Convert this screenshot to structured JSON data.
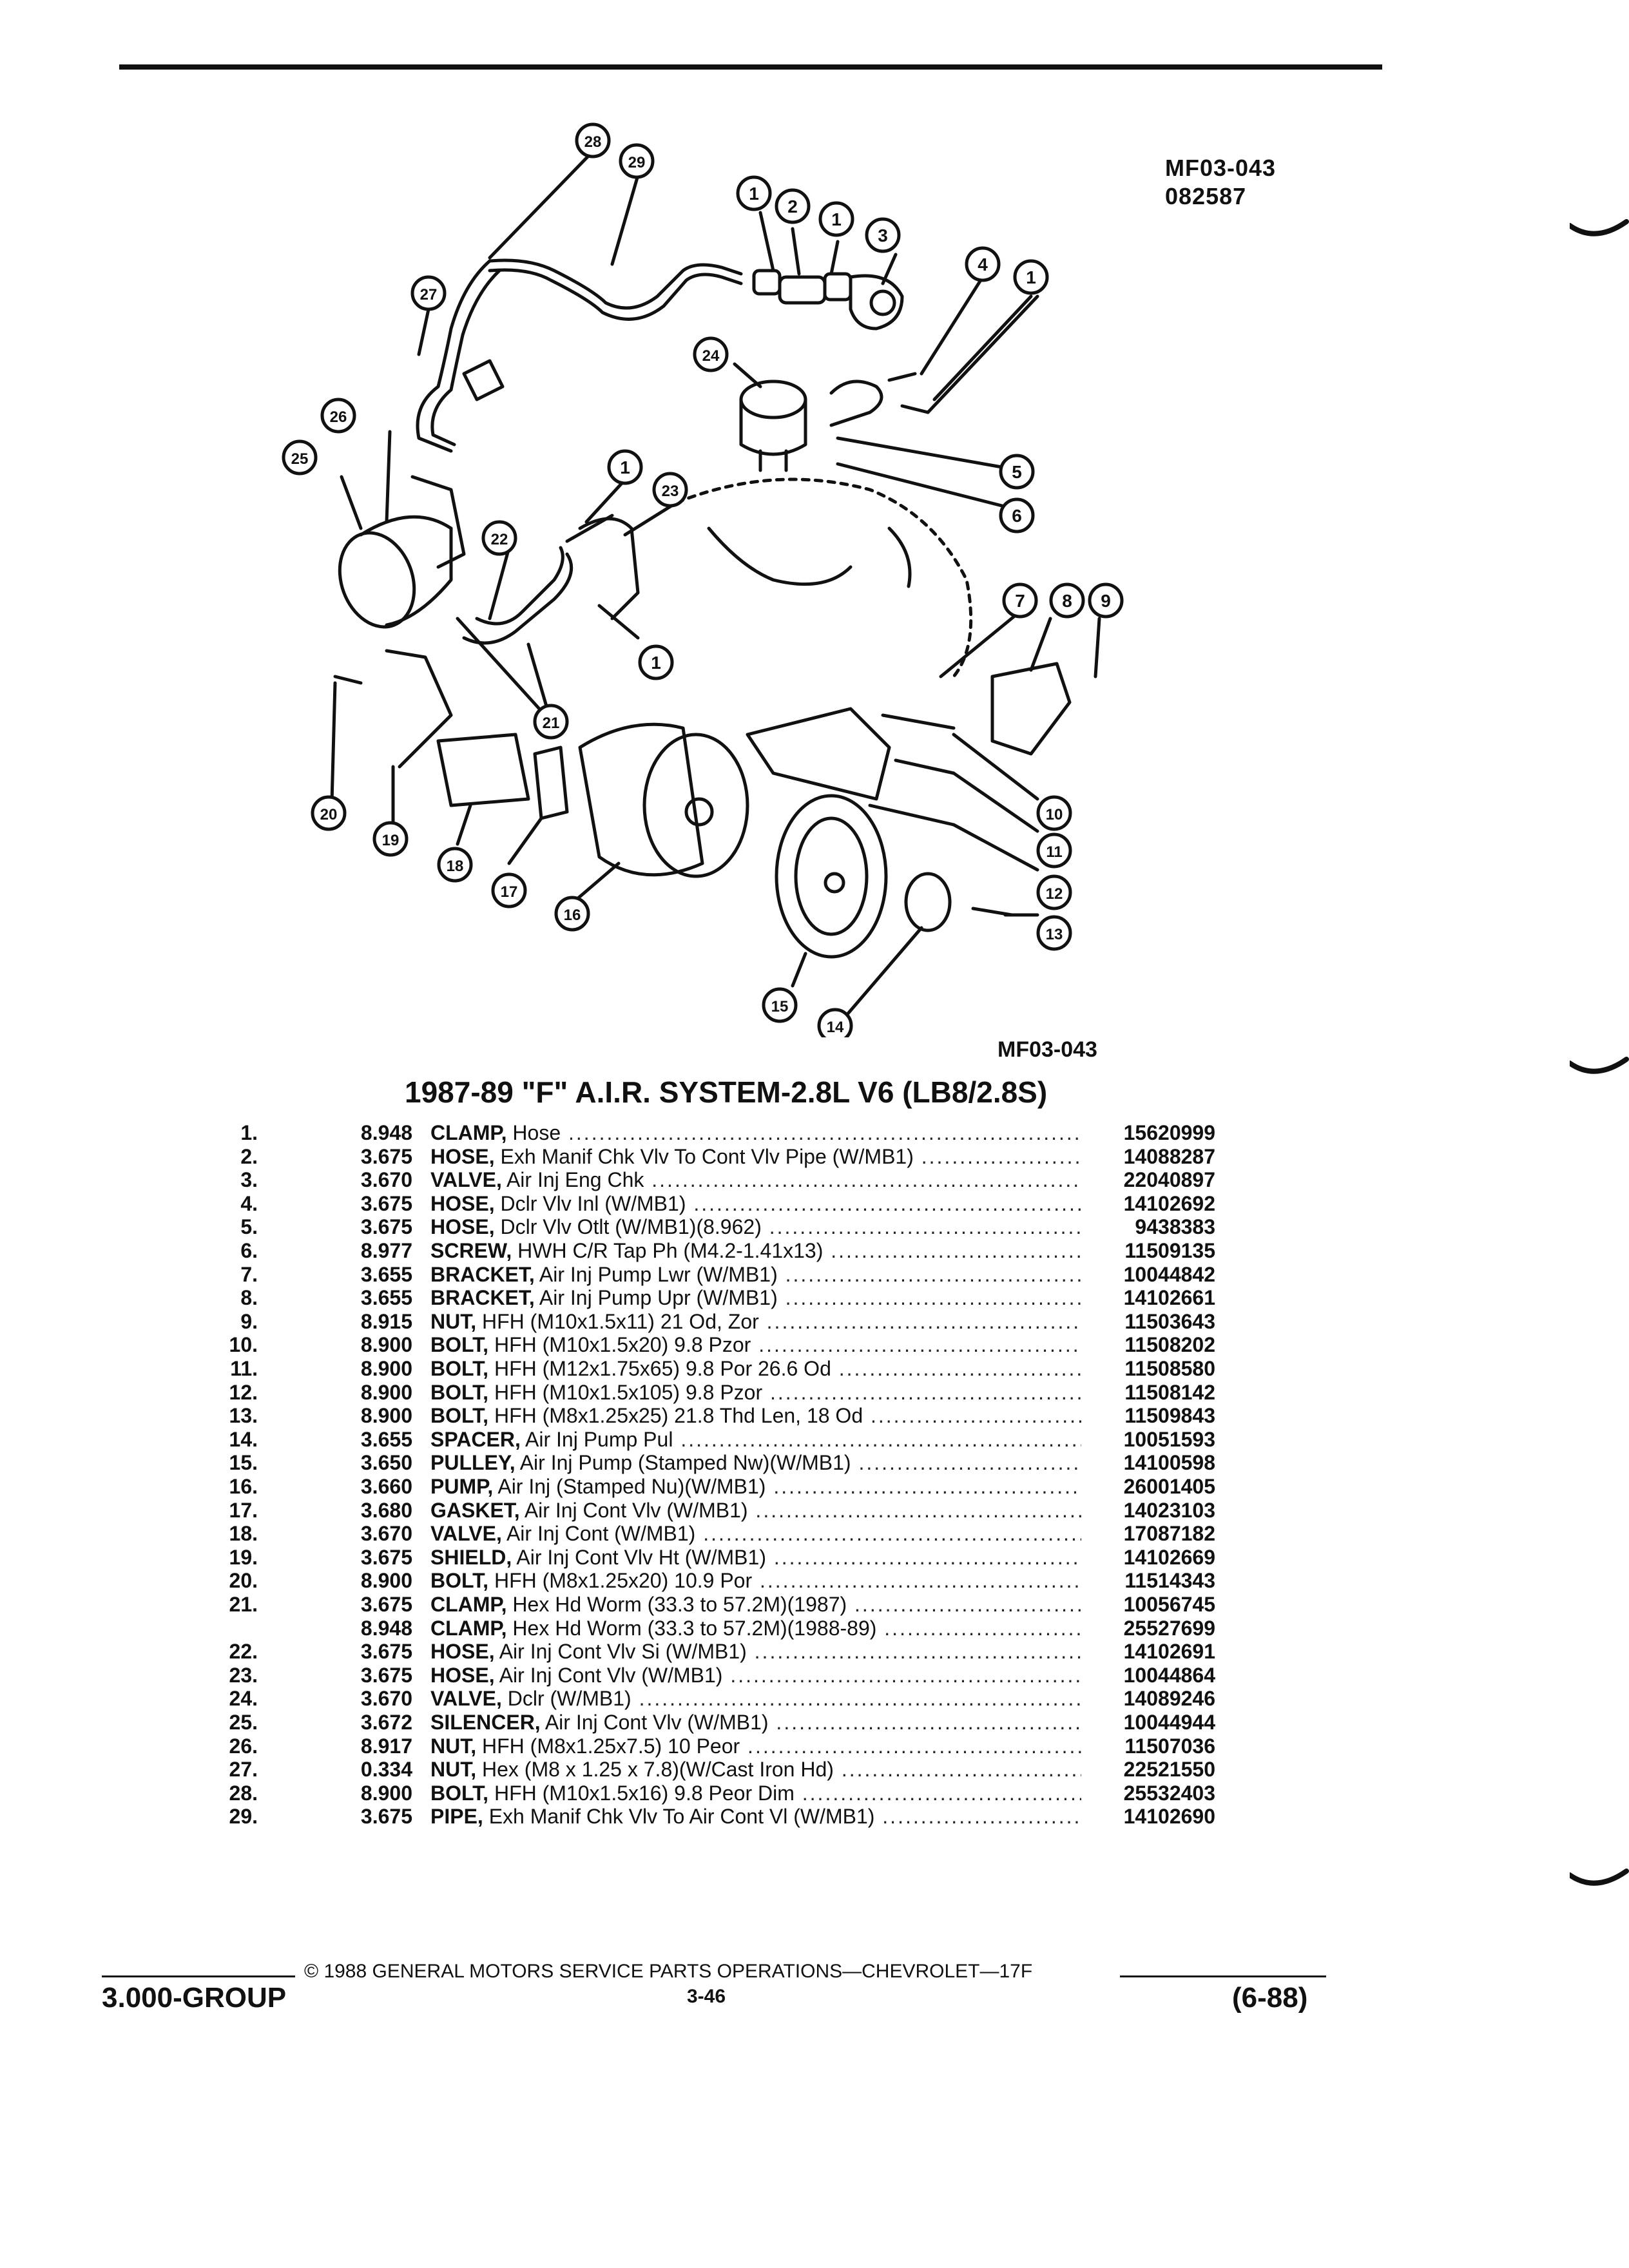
{
  "figure": {
    "id_line1": "MF03-043",
    "id_line2": "082587",
    "caption": "MF03-043"
  },
  "section_title": "1987-89 \"F\" A.I.R. SYSTEM-2.8L V6 (LB8/2.8S)",
  "parts": [
    {
      "num": "1.",
      "group": "8.948",
      "name": "CLAMP,",
      "desc": " Hose",
      "pn": "15620999"
    },
    {
      "num": "2.",
      "group": "3.675",
      "name": "HOSE,",
      "desc": " Exh Manif Chk Vlv To Cont Vlv Pipe (W/MB1)",
      "pn": "14088287"
    },
    {
      "num": "3.",
      "group": "3.670",
      "name": "VALVE,",
      "desc": " Air Inj Eng Chk",
      "pn": "22040897"
    },
    {
      "num": "4.",
      "group": "3.675",
      "name": "HOSE,",
      "desc": " Dclr Vlv Inl (W/MB1)",
      "pn": "14102692"
    },
    {
      "num": "5.",
      "group": "3.675",
      "name": "HOSE,",
      "desc": " Dclr Vlv Otlt (W/MB1)(8.962)",
      "pn": "9438383"
    },
    {
      "num": "6.",
      "group": "8.977",
      "name": "SCREW,",
      "desc": " HWH C/R Tap Ph (M4.2-1.41x13)",
      "pn": "11509135"
    },
    {
      "num": "7.",
      "group": "3.655",
      "name": "BRACKET,",
      "desc": " Air Inj Pump Lwr (W/MB1)",
      "pn": "10044842"
    },
    {
      "num": "8.",
      "group": "3.655",
      "name": "BRACKET,",
      "desc": " Air Inj Pump Upr (W/MB1)",
      "pn": "14102661"
    },
    {
      "num": "9.",
      "group": "8.915",
      "name": "NUT,",
      "desc": " HFH (M10x1.5x11) 21 Od, Zor",
      "pn": "11503643"
    },
    {
      "num": "10.",
      "group": "8.900",
      "name": "BOLT,",
      "desc": " HFH (M10x1.5x20) 9.8 Pzor",
      "pn": "11508202"
    },
    {
      "num": "11.",
      "group": "8.900",
      "name": "BOLT,",
      "desc": " HFH (M12x1.75x65) 9.8 Por 26.6 Od",
      "pn": "11508580"
    },
    {
      "num": "12.",
      "group": "8.900",
      "name": "BOLT,",
      "desc": " HFH (M10x1.5x105) 9.8 Pzor",
      "pn": "11508142"
    },
    {
      "num": "13.",
      "group": "8.900",
      "name": "BOLT,",
      "desc": " HFH (M8x1.25x25) 21.8 Thd Len, 18 Od",
      "pn": "11509843"
    },
    {
      "num": "14.",
      "group": "3.655",
      "name": "SPACER,",
      "desc": " Air Inj Pump Pul",
      "pn": "10051593"
    },
    {
      "num": "15.",
      "group": "3.650",
      "name": "PULLEY,",
      "desc": " Air Inj Pump (Stamped Nw)(W/MB1)",
      "pn": "14100598"
    },
    {
      "num": "16.",
      "group": "3.660",
      "name": "PUMP,",
      "desc": " Air Inj (Stamped Nu)(W/MB1)",
      "pn": "26001405"
    },
    {
      "num": "17.",
      "group": "3.680",
      "name": "GASKET,",
      "desc": " Air Inj Cont Vlv (W/MB1)",
      "pn": "14023103"
    },
    {
      "num": "18.",
      "group": "3.670",
      "name": "VALVE,",
      "desc": " Air Inj Cont (W/MB1)",
      "pn": "17087182"
    },
    {
      "num": "19.",
      "group": "3.675",
      "name": "SHIELD,",
      "desc": " Air Inj Cont Vlv Ht (W/MB1)",
      "pn": "14102669"
    },
    {
      "num": "20.",
      "group": "8.900",
      "name": "BOLT,",
      "desc": " HFH (M8x1.25x20) 10.9 Por",
      "pn": "11514343"
    },
    {
      "num": "21.",
      "group": "3.675",
      "name": "CLAMP,",
      "desc": " Hex Hd Worm (33.3 to 57.2M)(1987)",
      "pn": "10056745"
    },
    {
      "num": "",
      "group": "8.948",
      "name": "CLAMP,",
      "desc": " Hex Hd Worm (33.3 to 57.2M)(1988-89)",
      "pn": "25527699"
    },
    {
      "num": "22.",
      "group": "3.675",
      "name": "HOSE,",
      "desc": " Air Inj Cont Vlv Si (W/MB1)",
      "pn": "14102691"
    },
    {
      "num": "23.",
      "group": "3.675",
      "name": "HOSE,",
      "desc": " Air Inj Cont Vlv (W/MB1)",
      "pn": "10044864"
    },
    {
      "num": "24.",
      "group": "3.670",
      "name": "VALVE,",
      "desc": " Dclr (W/MB1)",
      "pn": "14089246"
    },
    {
      "num": "25.",
      "group": "3.672",
      "name": "SILENCER,",
      "desc": " Air Inj Cont Vlv (W/MB1)",
      "pn": "10044944"
    },
    {
      "num": "26.",
      "group": "8.917",
      "name": "NUT,",
      "desc": " HFH (M8x1.25x7.5) 10 Peor",
      "pn": "11507036"
    },
    {
      "num": "27.",
      "group": "0.334",
      "name": "NUT,",
      "desc": " Hex (M8 x 1.25 x 7.8)(W/Cast Iron Hd)",
      "pn": "22521550"
    },
    {
      "num": "28.",
      "group": "8.900",
      "name": "BOLT,",
      "desc": " HFH (M10x1.5x16) 9.8 Peor Dim",
      "pn": "25532403"
    },
    {
      "num": "29.",
      "group": "3.675",
      "name": "PIPE,",
      "desc": " Exh Manif Chk Vlv To Air Cont Vl (W/MB1)",
      "pn": "14102690"
    }
  ],
  "callouts": [
    "28",
    "29",
    "1",
    "2",
    "1",
    "3",
    "27",
    "4",
    "1",
    "24",
    "26",
    "25",
    "1",
    "23",
    "5",
    "6",
    "22",
    "1",
    "21",
    "7",
    "8",
    "9",
    "20",
    "19",
    "18",
    "17",
    "16",
    "10",
    "11",
    "12",
    "13",
    "15",
    "14"
  ],
  "footer": {
    "copyright": "© 1988 GENERAL MOTORS SERVICE PARTS OPERATIONS—CHEVROLET—17F",
    "page": "3-46",
    "group": "3.000-GROUP",
    "date": "(6-88)"
  }
}
